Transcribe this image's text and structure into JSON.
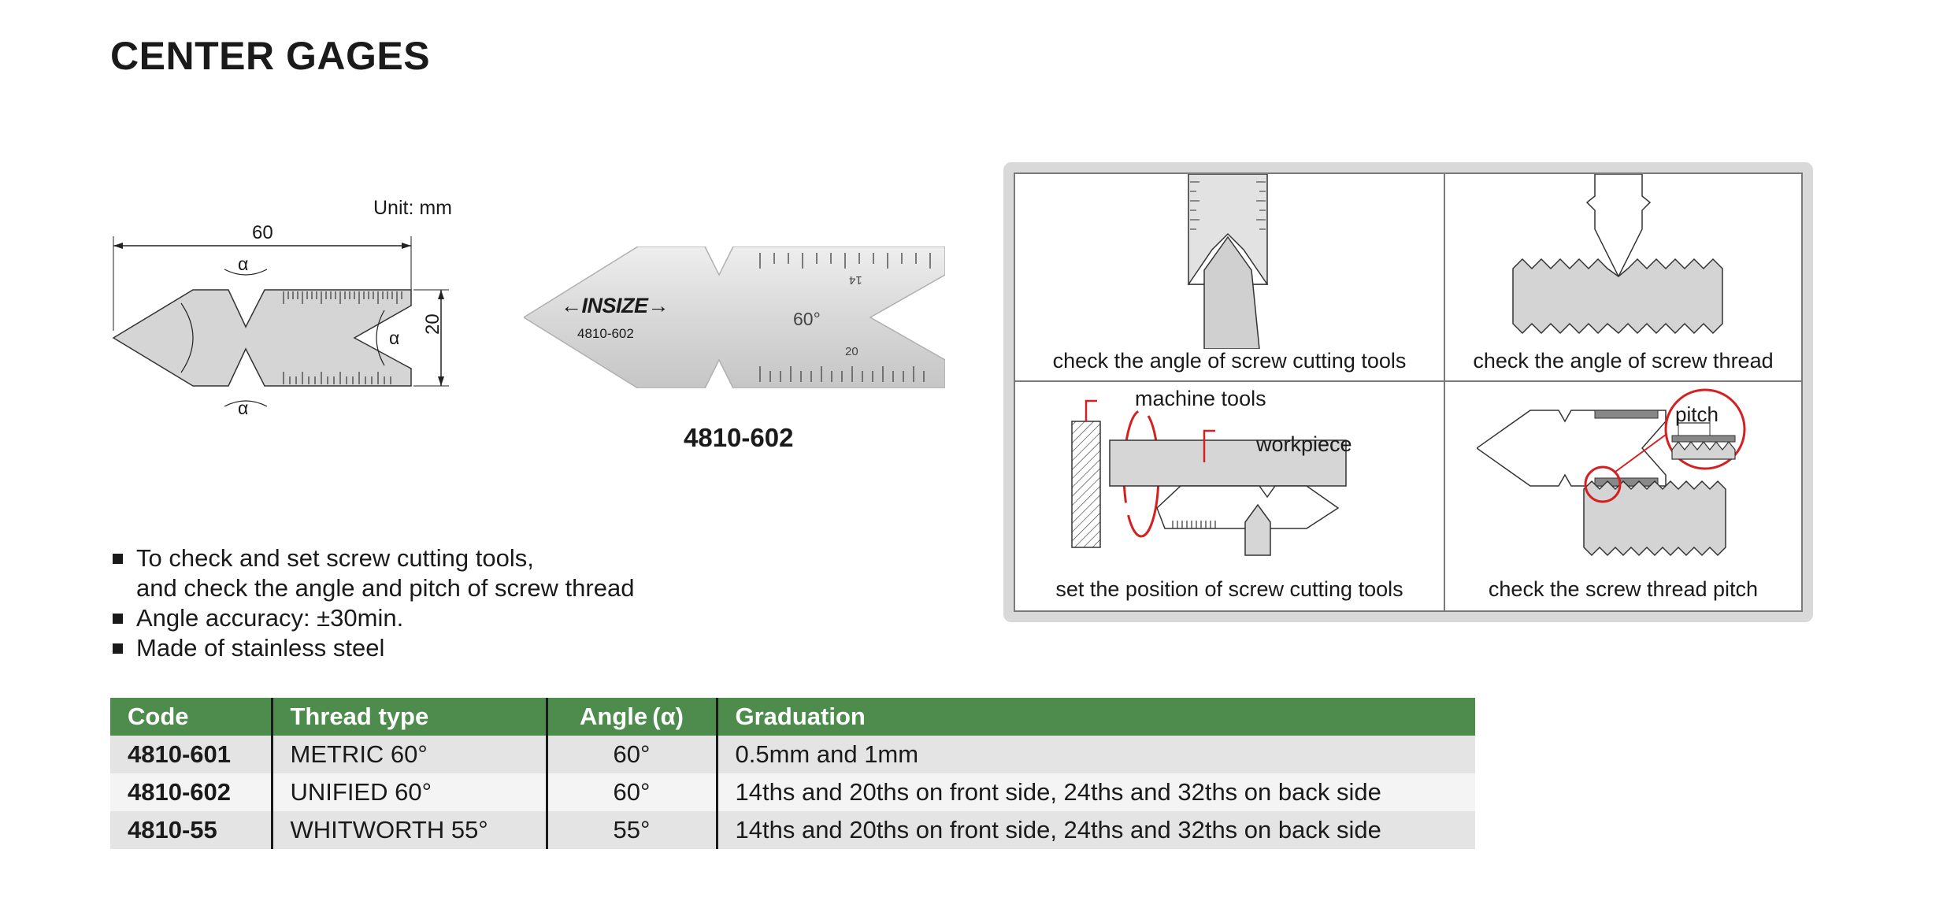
{
  "title": "CENTER GAGES",
  "drawing": {
    "unit": "Unit: mm",
    "width_label": "60",
    "height_label": "20",
    "alpha": "α"
  },
  "photo": {
    "brand": "←INSIZE→",
    "code": "4810-602",
    "angle": "60°",
    "mark_14": "14",
    "mark_20": "20"
  },
  "model_caption": "4810-602",
  "features": [
    "To check and set screw cutting tools,",
    "Angle accuracy: ±30min.",
    "Made of stainless steel"
  ],
  "feature_continuation": "and check the angle and pitch of screw thread",
  "usage": {
    "cells": [
      {
        "caption": "check the angle of screw cutting tools"
      },
      {
        "caption": "check the angle of screw thread"
      },
      {
        "caption": "set the position of screw cutting tools",
        "callouts": [
          "machine tools",
          "workpiece"
        ]
      },
      {
        "caption": "check the screw thread pitch",
        "callouts": [
          "pitch"
        ]
      }
    ]
  },
  "colors": {
    "table_header": "#4e8c4d",
    "callout_red": "#d42020"
  },
  "table": {
    "headers": [
      "Code",
      "Thread type",
      "Angle (α)",
      "Graduation"
    ],
    "rows": [
      [
        "4810-601",
        "METRIC 60°",
        "60°",
        "0.5mm and 1mm"
      ],
      [
        "4810-602",
        "UNIFIED 60°",
        "60°",
        "14ths and 20ths on front side, 24ths and 32ths on back side"
      ],
      [
        "4810-55",
        "WHITWORTH 55°",
        "55°",
        "14ths and 20ths on front side, 24ths and 32ths on back side"
      ]
    ]
  }
}
